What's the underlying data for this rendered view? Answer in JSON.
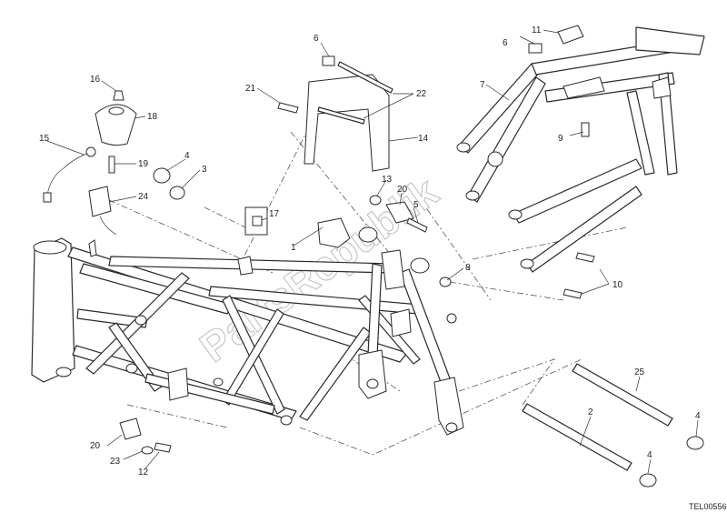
{
  "diagram": {
    "reference_code": "TEL00556",
    "watermark": "PartsRepublik",
    "labels": {
      "l1": "1",
      "l2": "2",
      "l3": "3",
      "l4a": "4",
      "l4b": "4",
      "l4c": "4",
      "l5": "5",
      "l6a": "6",
      "l6b": "6",
      "l7": "7",
      "l8": "8",
      "l9": "9",
      "l10": "10",
      "l11": "11",
      "l12": "12",
      "l13": "13",
      "l14": "14",
      "l15": "15",
      "l16": "16",
      "l17": "17",
      "l18": "18",
      "l19": "19",
      "l20a": "20",
      "l20b": "20",
      "l21": "21",
      "l22": "22",
      "l23": "23",
      "l24": "24",
      "l25": "25"
    }
  }
}
